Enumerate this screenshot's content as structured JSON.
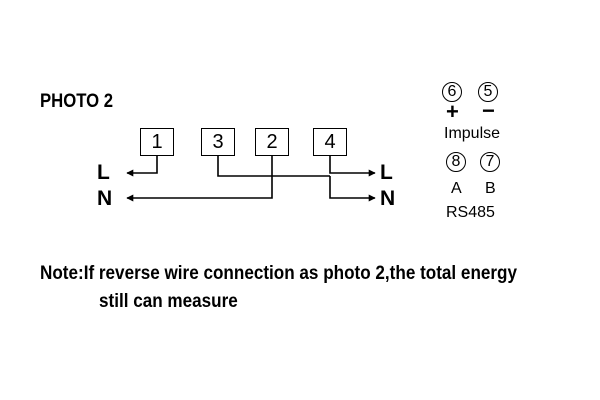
{
  "title": "PHOTO 2",
  "meter_terminals": [
    "1",
    "3",
    "2",
    "4"
  ],
  "line_labels": {
    "left_L": "L",
    "left_N": "N",
    "right_L": "L",
    "right_N": "N"
  },
  "aux_terminals": {
    "impulse": {
      "plus_terminal": "6",
      "minus_terminal": "5",
      "plus_sign": "+",
      "minus_sign": "−",
      "label": "Impulse"
    },
    "rs485": {
      "a_terminal": "8",
      "b_terminal": "7",
      "a_label": "A",
      "b_label": "B",
      "label": "RS485"
    }
  },
  "note": {
    "line1": "Note:If reverse wire connection as photo 2,the total energy",
    "line2": "still can measure"
  }
}
